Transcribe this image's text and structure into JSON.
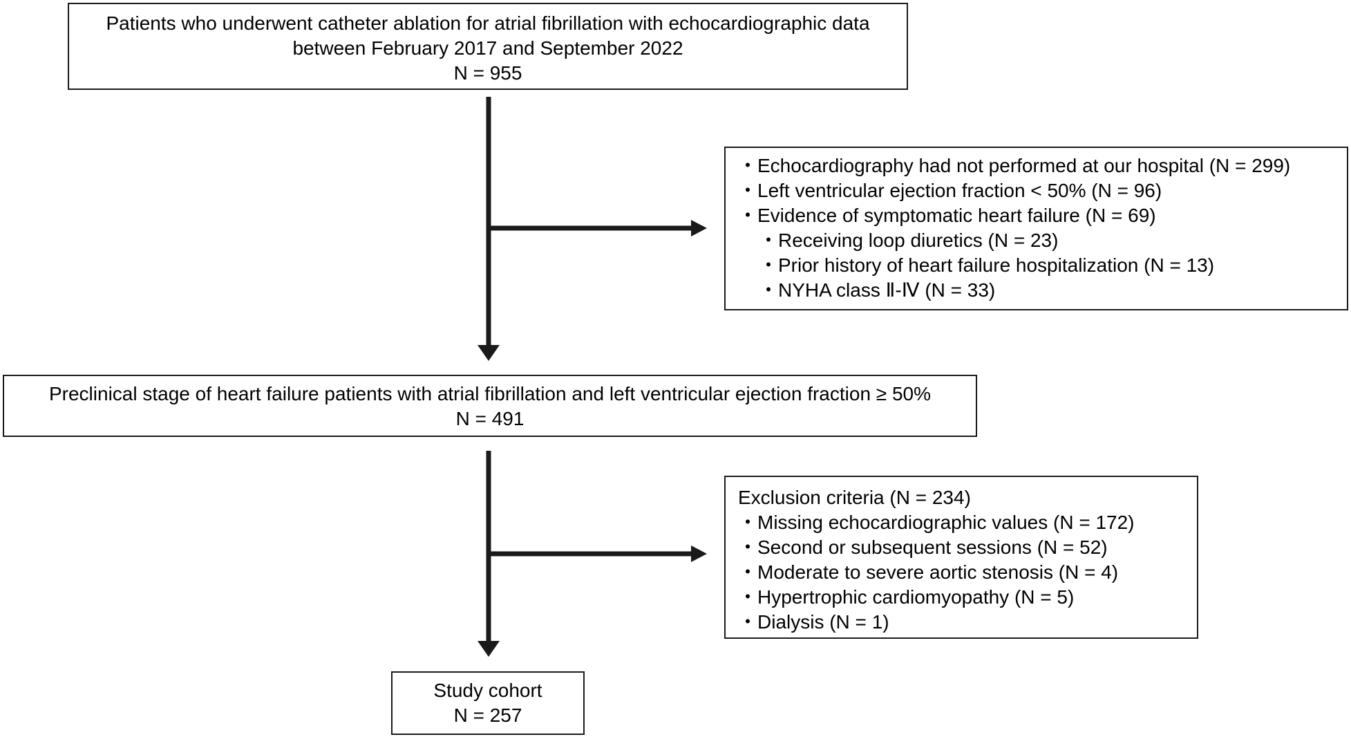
{
  "box1": {
    "lines": [
      "Patients who underwent catheter ablation for atrial fibrillation with echocardiographic data",
      "between February 2017 and September 2022",
      "N = 955"
    ]
  },
  "exclusion1": {
    "items": [
      "・Echocardiography had not performed at our hospital (N = 299)",
      "・Left ventricular ejection fraction < 50% (N = 96)",
      "・Evidence of symptomatic heart failure (N = 69)",
      "・Receiving loop diuretics (N = 23)",
      "・Prior history of heart failure hospitalization (N = 13)",
      "・NYHA class Ⅱ-Ⅳ (N = 33)"
    ]
  },
  "box2": {
    "lines": [
      "Preclinical stage of heart failure patients with atrial fibrillation and left ventricular ejection fraction ≥ 50%",
      "N = 491"
    ]
  },
  "exclusion2": {
    "header": "Exclusion criteria (N = 234)",
    "items": [
      "・Missing echocardiographic values (N = 172)",
      "・Second or subsequent sessions (N = 52)",
      "・Moderate to severe aortic stenosis (N = 4)",
      "・Hypertrophic cardiomyopathy (N = 5)",
      "・Dialysis (N = 1)"
    ]
  },
  "box3": {
    "lines": [
      "Study cohort",
      "N = 257"
    ]
  }
}
